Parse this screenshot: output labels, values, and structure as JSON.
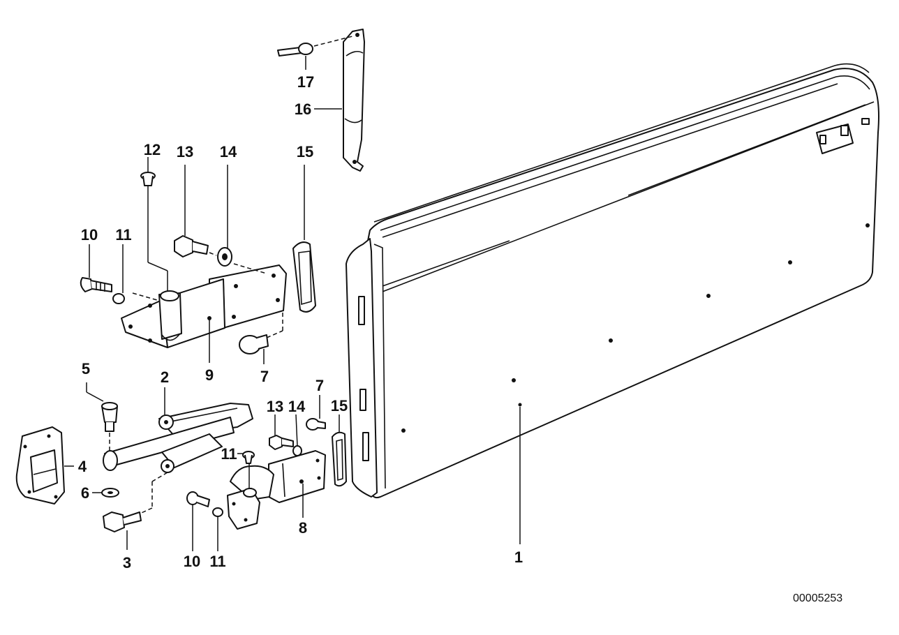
{
  "diagram": {
    "callouts": {
      "c1": "1",
      "c2": "2",
      "c3": "3",
      "c4": "4",
      "c5": "5",
      "c6": "6",
      "c7a": "7",
      "c7b": "7",
      "c8": "8",
      "c9": "9",
      "c10a": "10",
      "c10b": "10",
      "c11a": "11",
      "c11b": "11",
      "c11c": "11",
      "c12": "12",
      "c13a": "13",
      "c13b": "13",
      "c14a": "14",
      "c14b": "14",
      "c15a": "15",
      "c15b": "15",
      "c16": "16",
      "c17": "17"
    },
    "document_number": "00005253"
  }
}
